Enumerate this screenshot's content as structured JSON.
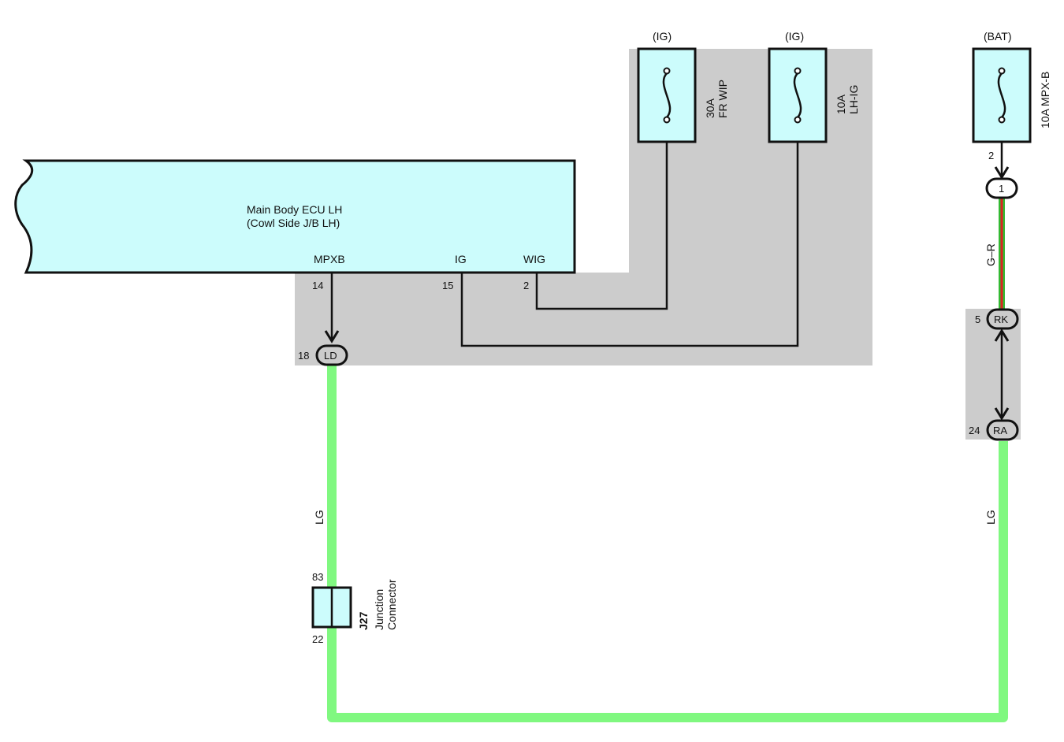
{
  "ecu": {
    "title_line1": "Main Body ECU LH",
    "title_line2": "(Cowl Side J/B LH)",
    "terminals": [
      {
        "name": "MPXB",
        "pin": "14"
      },
      {
        "name": "IG",
        "pin": "15"
      },
      {
        "name": "WIG",
        "pin": "2"
      }
    ]
  },
  "fuses": [
    {
      "source": "(IG)",
      "rating": "30A",
      "name": "FR WIP"
    },
    {
      "source": "(IG)",
      "rating": "10A",
      "name": "LH-IG"
    },
    {
      "source": "(BAT)",
      "label": "10A MPX-B",
      "pin": "2"
    }
  ],
  "connectors": {
    "ld": {
      "code": "LD",
      "pin": "18"
    },
    "c1": {
      "code": "1"
    },
    "rk": {
      "code": "RK",
      "pin": "5"
    },
    "ra": {
      "code": "RA",
      "pin": "24"
    }
  },
  "junction": {
    "code": "J27",
    "line1": "Junction",
    "line2": "Connector",
    "pin_top": "83",
    "pin_bottom": "22"
  },
  "wires": {
    "left_color_code": "LG",
    "right_color_code": "LG",
    "upper_right_color_code": "G–R"
  },
  "colors": {
    "ecu_fill": "#ccfcfc",
    "shade": "#cccccc",
    "wire_lg": "#80f880",
    "wire_green": "#33bb33",
    "wire_red": "#dd2222"
  }
}
